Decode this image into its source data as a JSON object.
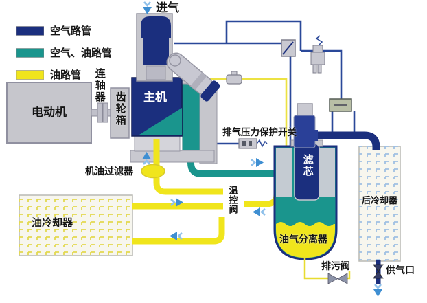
{
  "legend": {
    "items": [
      {
        "id": "air-pipe",
        "label": "空气路管",
        "color": "#1b2f7e"
      },
      {
        "id": "air-oil-pipe",
        "label": "空气、油路管",
        "color": "#1a958d"
      },
      {
        "id": "oil-pipe",
        "label": "油路管",
        "color": "#f0e51c"
      }
    ]
  },
  "labels": {
    "intake": "进气",
    "motor": "电动机",
    "coupling": "连轴器",
    "gearbox": "齿轮箱",
    "airend": "主机",
    "discharge_pressure_switch": "排气压力保护开关",
    "oil_filter": "机油过滤器",
    "thermo_valve": "温控阀",
    "oil_cooler": "油冷却器",
    "filter_element": "滤芯",
    "oil_gas_separator": "油气分离器",
    "after_cooler": "后冷却器",
    "drain_valve": "排污阀",
    "air_supply_port": "供气口"
  },
  "colors": {
    "air_pipe": "#1b2f7e",
    "air_pipe_thin": "#2a4899",
    "air_oil_pipe": "#1a958d",
    "oil_pipe": "#f0e51c",
    "flow_arrow": "#3f8fd2",
    "component_gray": "#c6c6cc",
    "cooler_background": "#f7f6ee"
  }
}
